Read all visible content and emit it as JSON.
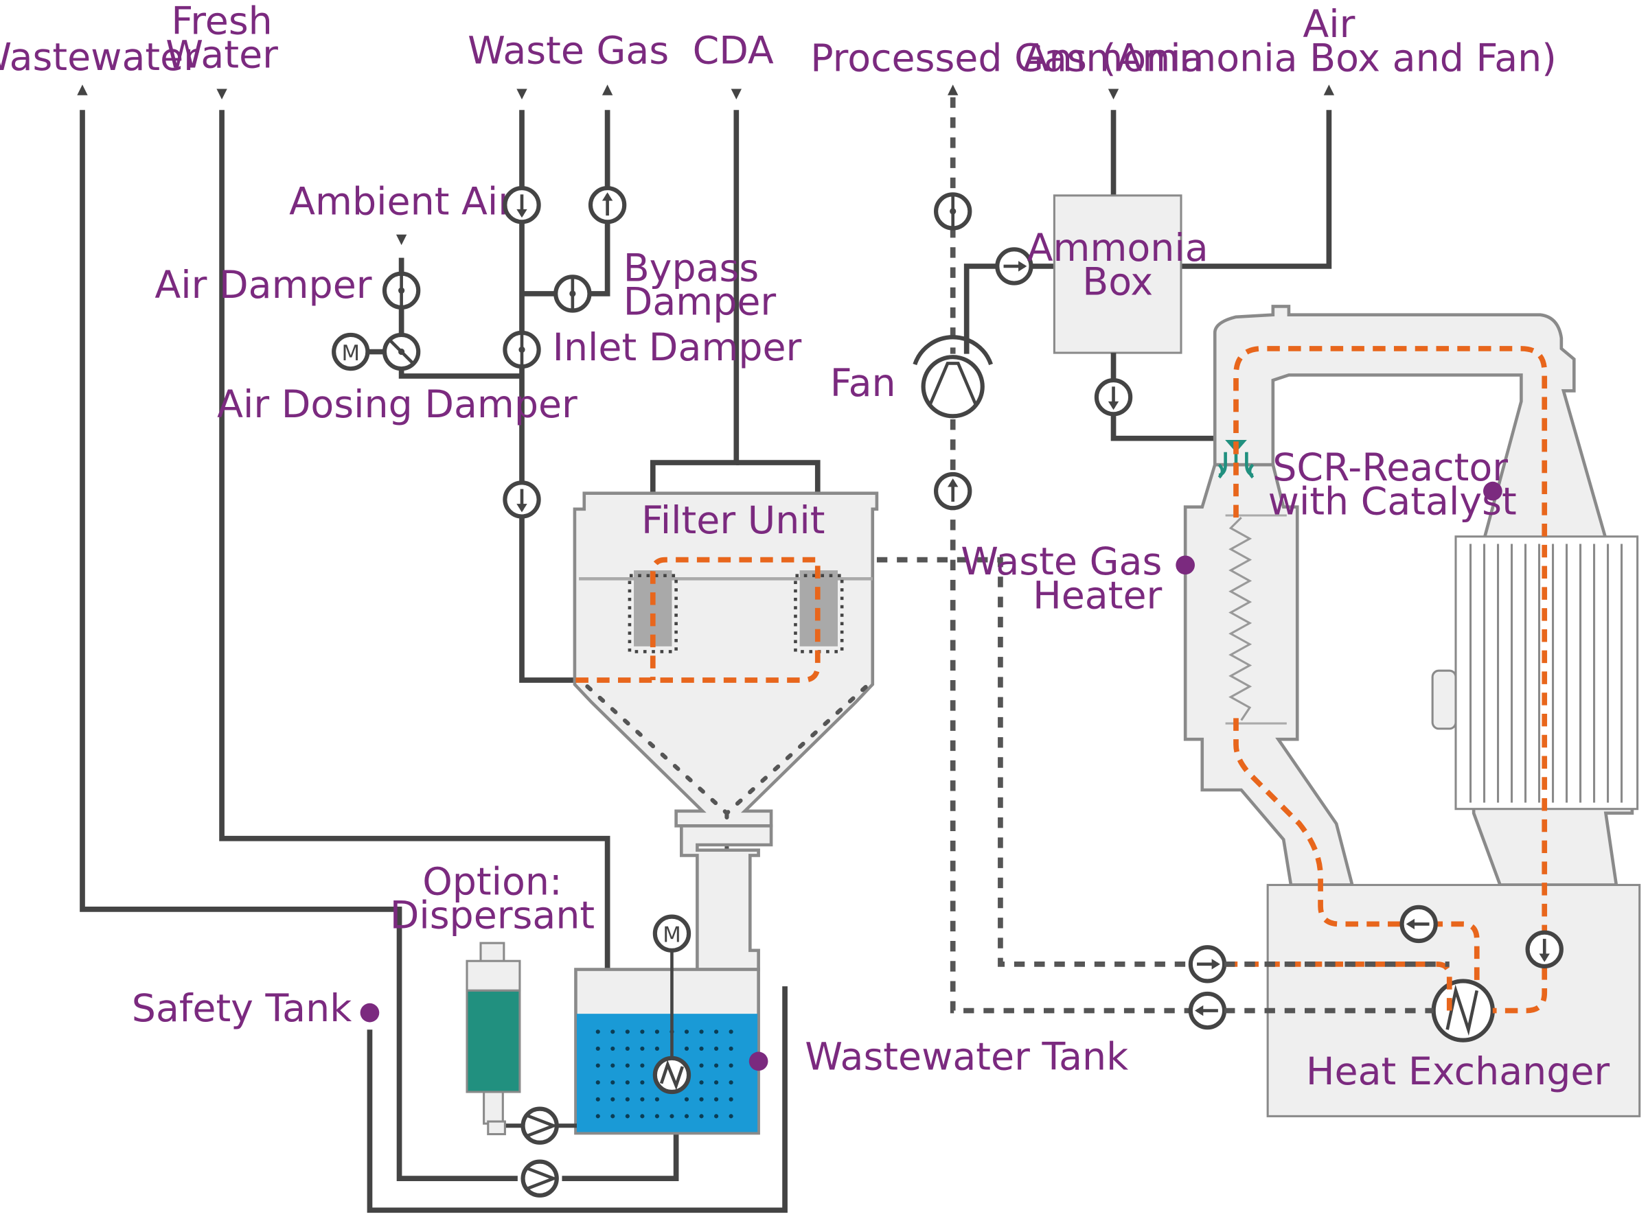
{
  "labels": {
    "wastewater": "Wastewater",
    "fresh_water_1": "Fresh",
    "fresh_water_2": "Water",
    "waste_gas": "Waste Gas",
    "cda": "CDA",
    "processed_gas": "Processed Gas",
    "ammonia": "Ammonia",
    "air_1": "Air",
    "air_2": "(Ammonia Box and Fan)",
    "ambient_air": "Ambient Air",
    "air_damper": "Air Damper",
    "bypass_damper_1": "Bypass",
    "bypass_damper_2": "Damper",
    "inlet_damper": "Inlet Damper",
    "air_dosing_damper": "Air Dosing Damper",
    "ammonia_box_1": "Ammonia",
    "ammonia_box_2": "Box",
    "fan": "Fan",
    "filter_unit": "Filter Unit",
    "scr_reactor_1": "SCR-Reactor",
    "scr_reactor_2": "with Catalyst",
    "waste_gas_heater_1": "Waste Gas",
    "waste_gas_heater_2": "Heater",
    "option_dispersant_1": "Option:",
    "option_dispersant_2": "Dispersant",
    "safety_tank": "Safety Tank",
    "wastewater_tank": "Wastewater Tank",
    "heat_exchanger": "Heat Exchanger",
    "motor_symbol": "M"
  },
  "colors": {
    "label": "#7b2a7f",
    "pipe": "#444444",
    "hot_gas_path": "#e8661c",
    "water": "#1a9ad6",
    "dispersant": "#21907f",
    "vessel_fill": "#efefef"
  }
}
